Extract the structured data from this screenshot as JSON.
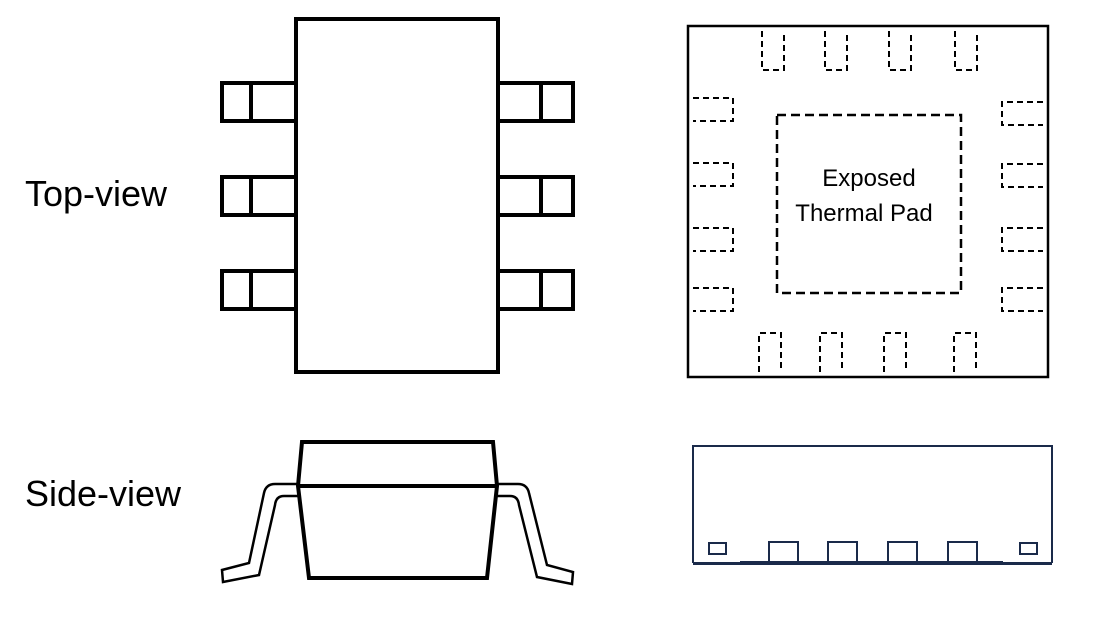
{
  "labels": {
    "top_view": "Top-view",
    "side_view": "Side-view",
    "pad_line1": "Exposed",
    "pad_line2": "Thermal Pad"
  },
  "colors": {
    "line": "#000000",
    "side_view_outline": "#1a2a4a",
    "background": "#ffffff"
  }
}
